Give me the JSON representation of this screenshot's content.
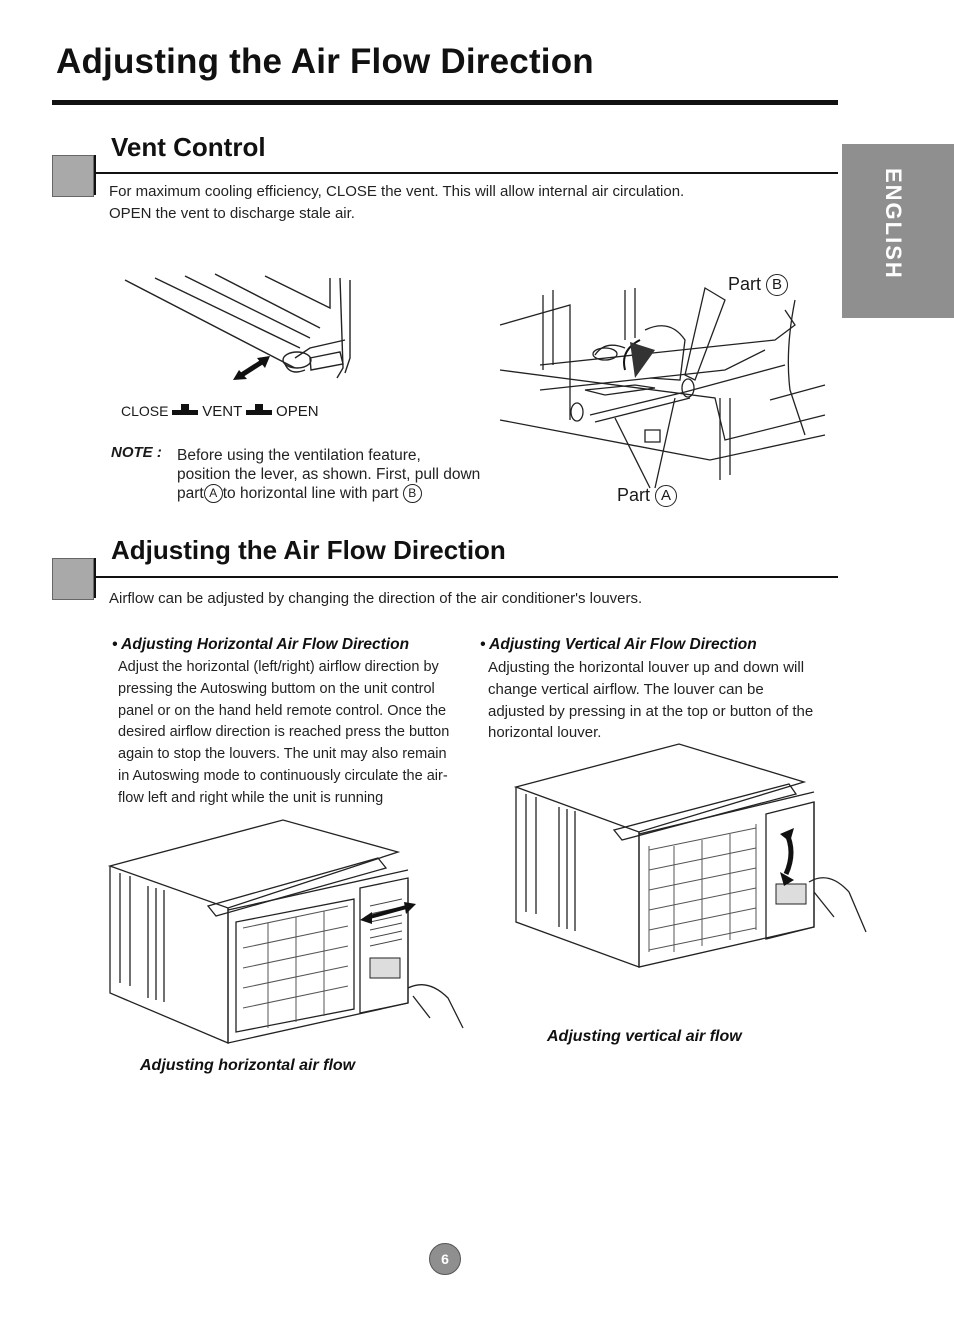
{
  "page": {
    "title": "Adjusting the Air Flow Direction",
    "side_tab": "ENGLISH",
    "page_number": "6"
  },
  "vent_control": {
    "title": "Vent Control",
    "body_line1": "For maximum cooling efficiency, CLOSE the vent. This will allow internal air circulation.",
    "body_line2": "OPEN the vent to discharge stale air.",
    "labels": {
      "close": "CLOSE",
      "vent": "VENT",
      "open": "OPEN",
      "part_b": "Part",
      "part_b_letter": "B",
      "part_a": "Part",
      "part_a_letter": "A"
    },
    "note": {
      "label": "NOTE :",
      "line1": "Before using the ventilation feature,",
      "line2": "position the lever, as shown. First, pull down",
      "line3_a": "part",
      "letter_a": "A",
      "line3_b": "to horizontal line with part",
      "letter_b": "B"
    }
  },
  "airflow": {
    "title": "Adjusting the Air Flow Direction",
    "intro": "Airflow can be adjusted by changing the direction of the air conditioner's  louvers.",
    "horizontal": {
      "heading": "• Adjusting Horizontal Air Flow Direction",
      "lines": [
        "Adjust the horizontal (left/right) airflow direction by",
        "pressing the Autoswing buttom on the unit control",
        "panel or on the hand held remote control. Once the",
        "desired airflow direction is reached press the button",
        "again to stop the louvers. The unit may also remain",
        "in Autoswing mode to continuously circulate the air-",
        "flow left and right while the unit is running"
      ],
      "caption": "Adjusting horizontal air flow"
    },
    "vertical": {
      "heading": "• Adjusting Vertical Air Flow Direction",
      "lines": [
        "Adjusting the horizontal louver up and down will",
        "change vertical airflow. The louver can be",
        "adjusted by pressing in at the top or button of the",
        "horizontal louver."
      ],
      "caption": "Adjusting vertical air flow"
    }
  }
}
